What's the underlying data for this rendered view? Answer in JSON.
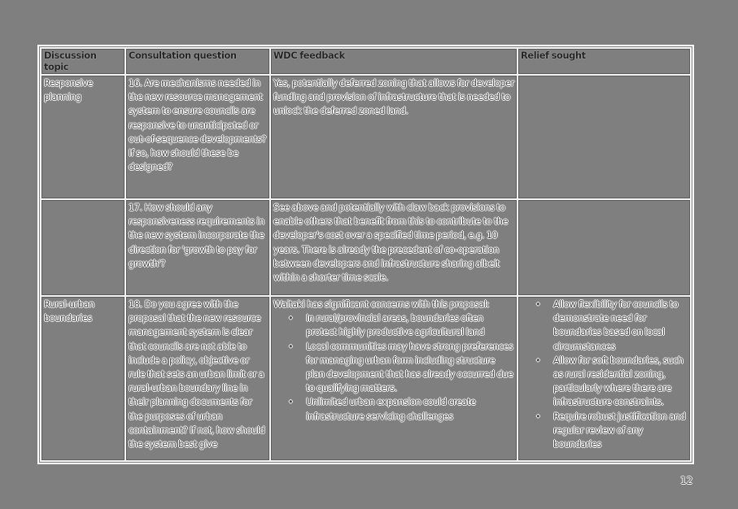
{
  "table": {
    "headers": [
      "Discussion topic",
      "Consultation question",
      "WDC feedback",
      "Relief sought"
    ],
    "rows": [
      {
        "topic": "Responsive planning",
        "question": "16. Are mechanisms needed in the new resource management system to ensure councils are responsive to unanticipated or out-of-sequence developments? If so, how should these be designed?",
        "feedback_intro": "Yes, potentially deferred zoning that allows for developer funding and provision of infrastructure that is needed to unlock the deferred zoned land.",
        "feedback_bullets": [],
        "relief_bullets": []
      },
      {
        "topic": "",
        "question": "17. How should any responsiveness requirements in the new system incorporate the direction for 'growth to pay for growth'?",
        "feedback_intro": "See above and potentially with claw back provisions to enable others that benefit from this to contribute to the developer's cost over a specified time period, e.g. 10 years. There is already the precedent of co-operation between developers and infrastructure sharing albeit within a shorter time scale.",
        "feedback_bullets": [],
        "relief_bullets": []
      },
      {
        "topic": "Rural-urban boundaries",
        "question": "18. Do you agree with the proposal that the new resource management system is clear that councils are not able to include a policy, objective or rule that sets an urban limit or a rural-urban boundary line in their planning documents for the purposes of urban containment? If not, how should the system best give",
        "feedback_intro": "Waitaki has significant concerns with this proposal:",
        "feedback_bullets": [
          "In rural/provincial areas, boundaries often protect highly productive agricultural land",
          "Local communities may have strong preferences for managing urban form including structure plan development that has already occurred due to qualifying matters.",
          "Unlimited urban expansion could create infrastructure servicing challenges"
        ],
        "relief_bullets": [
          "Allow flexibility for councils to demonstrate need for boundaries based on local circumstances",
          "Allow for soft boundaries, such as rural residential zoning, particularly where there are infrastructure constraints.",
          "Require robust justification and regular review of any boundaries"
        ]
      }
    ]
  },
  "bullet_glyph": "•",
  "page_number": "12"
}
